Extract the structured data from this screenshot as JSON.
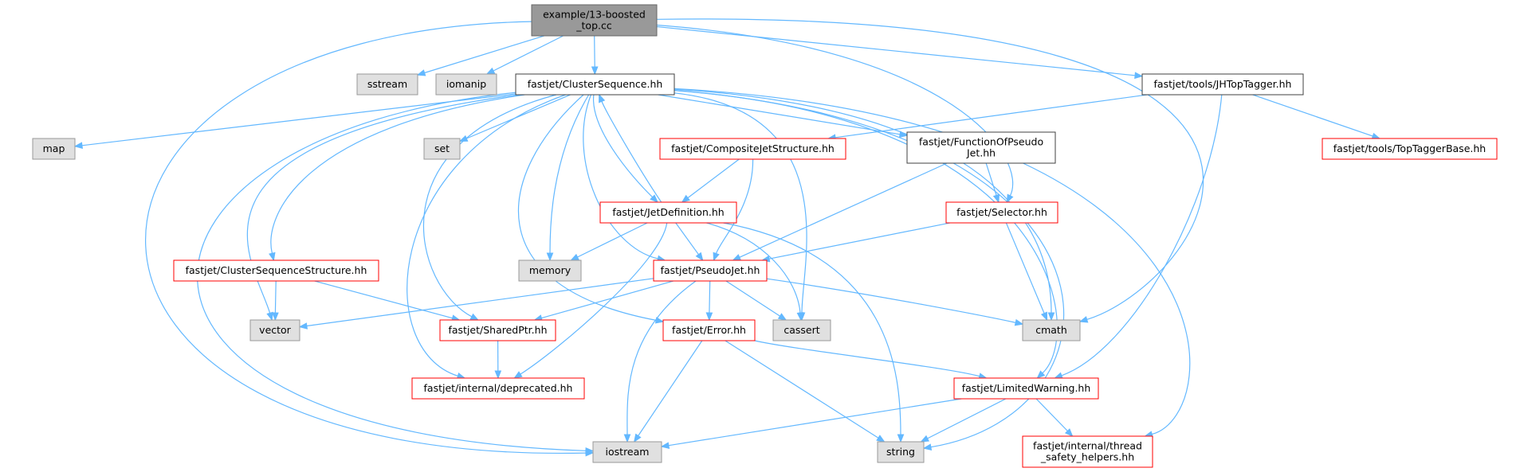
{
  "colors": {
    "root_fill": "#999999",
    "root_border": "#666666",
    "documented_fill": "#ffffff",
    "documented_border": "#ff0000",
    "plain_border": "#404040",
    "external_fill": "#e0e0e0",
    "external_border": "#999999",
    "edge": "#63b8ff",
    "text": "#000000"
  },
  "nodes": [
    {
      "id": "root",
      "lines": [
        "example/13-boosted",
        "_top.cc"
      ],
      "kind": "root"
    },
    {
      "id": "sstream",
      "lines": [
        "sstream"
      ],
      "kind": "external"
    },
    {
      "id": "iomanip",
      "lines": [
        "iomanip"
      ],
      "kind": "external"
    },
    {
      "id": "clusterseq",
      "lines": [
        "fastjet/ClusterSequence.hh"
      ],
      "kind": "plain"
    },
    {
      "id": "jhtop",
      "lines": [
        "fastjet/tools/JHTopTagger.hh"
      ],
      "kind": "plain"
    },
    {
      "id": "map",
      "lines": [
        "map"
      ],
      "kind": "external"
    },
    {
      "id": "set",
      "lines": [
        "set"
      ],
      "kind": "external"
    },
    {
      "id": "composite",
      "lines": [
        "fastjet/CompositeJetStructure.hh"
      ],
      "kind": "documented"
    },
    {
      "id": "funcof",
      "lines": [
        "fastjet/FunctionOfPseudo",
        "Jet.hh"
      ],
      "kind": "plain"
    },
    {
      "id": "toptagger",
      "lines": [
        "fastjet/tools/TopTaggerBase.hh"
      ],
      "kind": "documented"
    },
    {
      "id": "jetdef",
      "lines": [
        "fastjet/JetDefinition.hh"
      ],
      "kind": "documented"
    },
    {
      "id": "selector",
      "lines": [
        "fastjet/Selector.hh"
      ],
      "kind": "documented"
    },
    {
      "id": "memory",
      "lines": [
        "memory"
      ],
      "kind": "external"
    },
    {
      "id": "csstruct",
      "lines": [
        "fastjet/ClusterSequenceStructure.hh"
      ],
      "kind": "documented"
    },
    {
      "id": "pseudojet",
      "lines": [
        "fastjet/PseudoJet.hh"
      ],
      "kind": "documented"
    },
    {
      "id": "vector",
      "lines": [
        "vector"
      ],
      "kind": "external"
    },
    {
      "id": "sharedptr",
      "lines": [
        "fastjet/SharedPtr.hh"
      ],
      "kind": "documented"
    },
    {
      "id": "error",
      "lines": [
        "fastjet/Error.hh"
      ],
      "kind": "documented"
    },
    {
      "id": "cassert",
      "lines": [
        "cassert"
      ],
      "kind": "external"
    },
    {
      "id": "cmath",
      "lines": [
        "cmath"
      ],
      "kind": "external"
    },
    {
      "id": "deprecated",
      "lines": [
        "fastjet/internal/deprecated.hh"
      ],
      "kind": "documented"
    },
    {
      "id": "limitedwarn",
      "lines": [
        "fastjet/LimitedWarning.hh"
      ],
      "kind": "documented"
    },
    {
      "id": "iostream",
      "lines": [
        "iostream"
      ],
      "kind": "external"
    },
    {
      "id": "string",
      "lines": [
        "string"
      ],
      "kind": "external"
    },
    {
      "id": "threadsafe",
      "lines": [
        "fastjet/internal/thread",
        "_safety_helpers.hh"
      ],
      "kind": "documented"
    }
  ],
  "edges": [
    [
      "root",
      "iostream"
    ],
    [
      "root",
      "sstream"
    ],
    [
      "root",
      "iomanip"
    ],
    [
      "root",
      "clusterseq"
    ],
    [
      "root",
      "jhtop"
    ],
    [
      "root",
      "selector"
    ],
    [
      "root",
      "cmath"
    ],
    [
      "clusterseq",
      "map"
    ],
    [
      "clusterseq",
      "set"
    ],
    [
      "clusterseq",
      "memory"
    ],
    [
      "clusterseq",
      "vector"
    ],
    [
      "clusterseq",
      "iostream"
    ],
    [
      "clusterseq",
      "csstruct"
    ],
    [
      "clusterseq",
      "sharedptr"
    ],
    [
      "clusterseq",
      "deprecated"
    ],
    [
      "clusterseq",
      "jetdef"
    ],
    [
      "clusterseq",
      "pseudojet"
    ],
    [
      "clusterseq",
      "error"
    ],
    [
      "clusterseq",
      "funcof"
    ],
    [
      "clusterseq",
      "cassert"
    ],
    [
      "clusterseq",
      "cmath"
    ],
    [
      "clusterseq",
      "limitedwarn"
    ],
    [
      "clusterseq",
      "string"
    ],
    [
      "clusterseq",
      "threadsafe"
    ],
    [
      "jetdef",
      "clusterseq"
    ],
    [
      "jetdef",
      "memory"
    ],
    [
      "jetdef",
      "pseudojet"
    ],
    [
      "jetdef",
      "cassert"
    ],
    [
      "jetdef",
      "string"
    ],
    [
      "jetdef",
      "deprecated"
    ],
    [
      "jhtop",
      "composite"
    ],
    [
      "jhtop",
      "toptagger"
    ],
    [
      "jhtop",
      "limitedwarn"
    ],
    [
      "composite",
      "jetdef"
    ],
    [
      "composite",
      "pseudojet"
    ],
    [
      "funcof",
      "selector"
    ],
    [
      "funcof",
      "pseudojet"
    ],
    [
      "selector",
      "pseudojet"
    ],
    [
      "selector",
      "cmath"
    ],
    [
      "csstruct",
      "vector"
    ],
    [
      "csstruct",
      "sharedptr"
    ],
    [
      "pseudojet",
      "vector"
    ],
    [
      "pseudojet",
      "sharedptr"
    ],
    [
      "pseudojet",
      "error"
    ],
    [
      "pseudojet",
      "cassert"
    ],
    [
      "pseudojet",
      "cmath"
    ],
    [
      "pseudojet",
      "iostream"
    ],
    [
      "sharedptr",
      "deprecated"
    ],
    [
      "error",
      "iostream"
    ],
    [
      "error",
      "string"
    ],
    [
      "error",
      "limitedwarn"
    ],
    [
      "limitedwarn",
      "iostream"
    ],
    [
      "limitedwarn",
      "string"
    ],
    [
      "limitedwarn",
      "threadsafe"
    ]
  ]
}
